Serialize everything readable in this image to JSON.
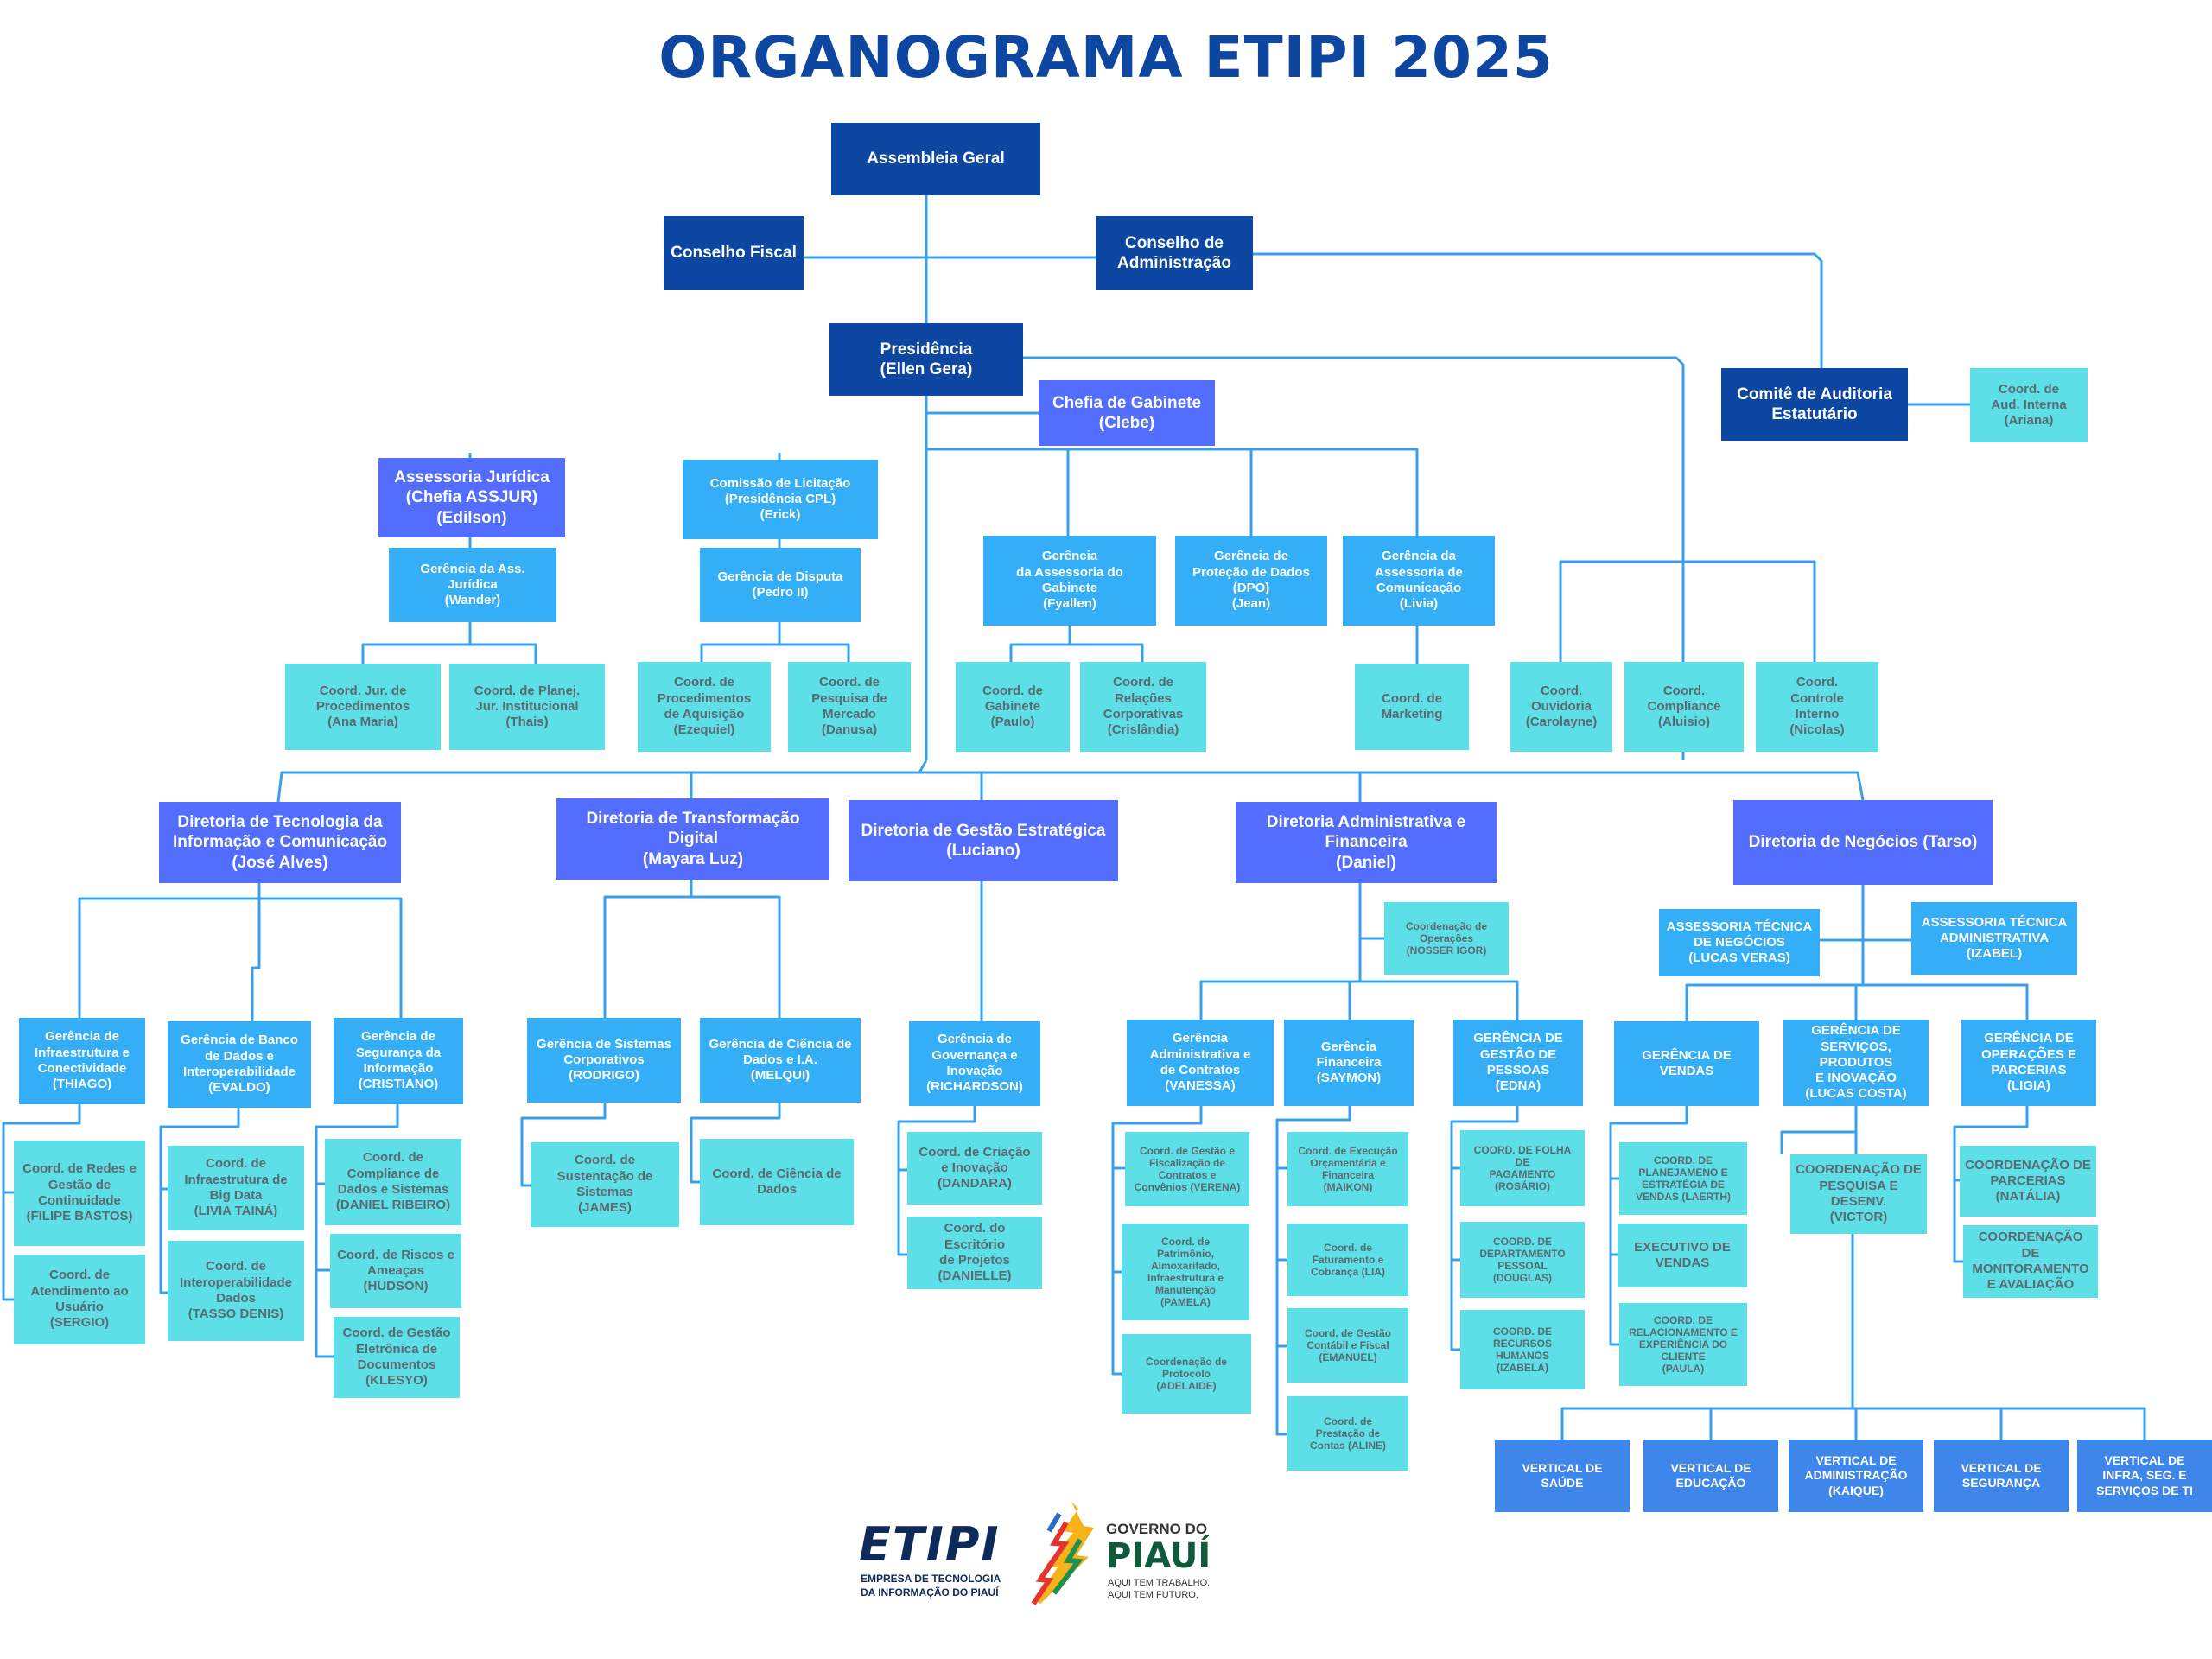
{
  "title": "ORGANOGRAMA ETIPI 2025",
  "colors": {
    "title": "#0d47a1",
    "t1": "#0d47a1",
    "t2": "#536dfe",
    "t3": "#35aef8",
    "t4": "#5ddfe8",
    "t5": "#3f86ea",
    "line": "#3aa0ea"
  },
  "nodes": [
    {
      "id": "assembleia",
      "label": "Assembleia Geral",
      "style": "t1"
    },
    {
      "id": "conselho-fiscal",
      "label": "Conselho Fiscal",
      "style": "t1"
    },
    {
      "id": "conselho-adm",
      "label": "Conselho de\nAdministração",
      "style": "t1"
    },
    {
      "id": "presidencia",
      "label": "Presidência\n(Ellen Gera)",
      "style": "t1"
    },
    {
      "id": "comite-auditoria",
      "label": "Comitê de Auditoria\nEstatutário",
      "style": "t1"
    },
    {
      "id": "aud-interna",
      "label": "Coord. de\nAud. Interna\n(Ariana)",
      "style": "t4"
    },
    {
      "id": "chefia-gabinete",
      "label": "Chefia de Gabinete\n(Clebe)",
      "style": "t2"
    },
    {
      "id": "assjur",
      "label": "Assessoria Jurídica\n(Chefia ASSJUR)\n(Edilson)",
      "style": "t2"
    },
    {
      "id": "cpl",
      "label": "Comissão de Licitação\n(Presidência CPL)\n(Erick)",
      "style": "t3"
    },
    {
      "id": "ger-ass-juridica",
      "label": "Gerência da Ass.\nJurídica\n(Wander)",
      "style": "t3"
    },
    {
      "id": "ger-disputa",
      "label": "Gerência de Disputa\n(Pedro II)",
      "style": "t3"
    },
    {
      "id": "ger-ass-gabinete",
      "label": "Gerência\nda Assessoria do\nGabinete\n(Fyallen)",
      "style": "t3"
    },
    {
      "id": "ger-dpo",
      "label": "Gerência de\nProteção de Dados\n(DPO)\n(Jean)",
      "style": "t3"
    },
    {
      "id": "ger-ass-comunicacao",
      "label": "Gerência  da\nAssessoria de\nComunicação\n(Livia)",
      "style": "t3"
    },
    {
      "id": "coord-jur-proc",
      "label": "Coord. Jur. de\nProcedimentos\n(Ana Maria)",
      "style": "t4"
    },
    {
      "id": "coord-planej-jur",
      "label": "Coord. de Planej.\nJur. Institucional\n(Thais)",
      "style": "t4"
    },
    {
      "id": "coord-proc-aquisicao",
      "label": "Coord. de\nProcedimentos\nde Aquisição\n(Ezequiel)",
      "style": "t4"
    },
    {
      "id": "coord-pesq-mercado",
      "label": "Coord. de\nPesquisa de\nMercado\n(Danusa)",
      "style": "t4"
    },
    {
      "id": "coord-gabinete",
      "label": "Coord. de\nGabinete\n(Paulo)",
      "style": "t4"
    },
    {
      "id": "coord-rel-corp",
      "label": "Coord. de\nRelações\nCorporativas\n(Crislândia)",
      "style": "t4"
    },
    {
      "id": "coord-marketing",
      "label": "Coord. de\nMarketing",
      "style": "t4"
    },
    {
      "id": "coord-ouvidoria",
      "label": "Coord.\nOuvidoria\n(Carolayne)",
      "style": "t4"
    },
    {
      "id": "coord-compliance",
      "label": "Coord.\nCompliance\n(Aluisio)",
      "style": "t4"
    },
    {
      "id": "coord-controle-interno",
      "label": "Coord.\nControle\nInterno\n(Nicolas)",
      "style": "t4"
    },
    {
      "id": "dir-tic",
      "label": "Diretoria de Tecnologia da\nInformação e Comunicação\n(José Alves)",
      "style": "t2"
    },
    {
      "id": "dir-transformacao",
      "label": "Diretoria de Transformação\nDigital\n(Mayara Luz)",
      "style": "t2"
    },
    {
      "id": "dir-gestao",
      "label": "Diretoria de Gestão Estratégica\n(Luciano)",
      "style": "t2"
    },
    {
      "id": "dir-adm-fin",
      "label": "Diretoria Administrativa e\nFinanceira\n(Daniel)",
      "style": "t2"
    },
    {
      "id": "dir-negocios",
      "label": "Diretoria de Negócios (Tarso)",
      "style": "t2"
    },
    {
      "id": "coord-operacoes",
      "label": "Coordenação de\nOperações\n(NOSSER IGOR)",
      "style": "t4s"
    },
    {
      "id": "ass-tec-negocios",
      "label": "ASSESSORIA TÉCNICA\nDE NEGÓCIOS\n(LUCAS VERAS)",
      "style": "t3"
    },
    {
      "id": "ass-tec-adm",
      "label": "ASSESSORIA TÉCNICA\nADMINISTRATIVA\n(IZABEL)",
      "style": "t3"
    },
    {
      "id": "ger-infra",
      "label": "Gerência de\nInfraestrutura e\nConectividade\n(THIAGO)",
      "style": "t3"
    },
    {
      "id": "ger-banco-dados",
      "label": "Gerência de Banco\nde Dados e\nInteroperabilidade\n(EVALDO)",
      "style": "t3"
    },
    {
      "id": "ger-seguranca",
      "label": "Gerência de\nSegurança da\nInformação\n(CRISTIANO)",
      "style": "t3"
    },
    {
      "id": "ger-sist-corp",
      "label": "Gerência de Sistemas\nCorporativos\n(RODRIGO)",
      "style": "t3"
    },
    {
      "id": "ger-ciencia-dados",
      "label": "Gerência de Ciência de\nDados e I.A.\n(MELQUI)",
      "style": "t3"
    },
    {
      "id": "ger-governanca",
      "label": "Gerência de\nGovernança e\nInovação\n(RICHARDSON)",
      "style": "t3"
    },
    {
      "id": "ger-adm-contratos",
      "label": "Gerência\nAdministrativa e\nde Contratos\n(VANESSA)",
      "style": "t3"
    },
    {
      "id": "ger-financeira",
      "label": "Gerência\nFinanceira\n(SAYMON)",
      "style": "t3"
    },
    {
      "id": "ger-pessoas",
      "label": "GERÊNCIA DE\nGESTÃO DE\nPESSOAS\n(EDNA)",
      "style": "t3"
    },
    {
      "id": "ger-vendas",
      "label": "GERÊNCIA DE\nVENDAS",
      "style": "t3"
    },
    {
      "id": "ger-servicos",
      "label": "GERÊNCIA DE\nSERVIÇOS, PRODUTOS\nE INOVAÇÃO\n(LUCAS COSTA)",
      "style": "t3"
    },
    {
      "id": "ger-operacoes",
      "label": "GERÊNCIA DE\nOPERAÇÕES E\nPARCERIAS\n(LIGIA)",
      "style": "t3"
    },
    {
      "id": "coord-redes",
      "label": "Coord. de Redes e\nGestão de\nContinuidade\n(FILIPE BASTOS)",
      "style": "t4"
    },
    {
      "id": "coord-atendimento",
      "label": "Coord. de\nAtendimento ao\nUsuário\n(SERGIO)",
      "style": "t4"
    },
    {
      "id": "coord-infra-bigdata",
      "label": "Coord. de\nInfraestrutura de\nBig Data\n(LIVIA TAINÁ)",
      "style": "t4"
    },
    {
      "id": "coord-interop",
      "label": "Coord. de\nInteroperabilidade\nDados\n(TASSO DENIS)",
      "style": "t4"
    },
    {
      "id": "coord-compliance-dados",
      "label": "Coord. de\nCompliance de\nDados e Sistemas\n(DANIEL RIBEIRO)",
      "style": "t4"
    },
    {
      "id": "coord-riscos",
      "label": "Coord. de Riscos e\nAmeaças\n(HUDSON)",
      "style": "t4"
    },
    {
      "id": "coord-ged",
      "label": "Coord. de Gestão\nEletrônica de\nDocumentos\n(KLESYO)",
      "style": "t4"
    },
    {
      "id": "coord-sustentacao",
      "label": "Coord. de\nSustentação de\nSistemas\n(JAMES)",
      "style": "t4"
    },
    {
      "id": "coord-ciencia-dados",
      "label": "Coord. de Ciência de\nDados",
      "style": "t4"
    },
    {
      "id": "coord-criacao",
      "label": "Coord. de Criação\ne Inovação\n(DANDARA)",
      "style": "t4"
    },
    {
      "id": "coord-escritorio",
      "label": "Coord. do Escritório\nde Projetos\n(DANIELLE)",
      "style": "t4"
    },
    {
      "id": "coord-gestao-contratos",
      "label": "Coord. de Gestão e\nFiscalização de\nContratos e\nConvênios (VERENA)",
      "style": "t4s"
    },
    {
      "id": "coord-patrimonio",
      "label": "Coord. de\nPatrimônio,\nAlmoxarifado,\nInfraestrutura e\nManutenção\n(PAMELA)",
      "style": "t4s"
    },
    {
      "id": "coord-protocolo",
      "label": "Coordenação de\nProtocolo\n(ADELAIDE)",
      "style": "t4s"
    },
    {
      "id": "coord-exec-orc",
      "label": "Coord. de Execução\nOrçamentária e\nFinanceira\n(MAIKON)",
      "style": "t4s"
    },
    {
      "id": "coord-faturamento",
      "label": "Coord. de\nFaturamento e\nCobrança (LIA)",
      "style": "t4s"
    },
    {
      "id": "coord-contabil",
      "label": "Coord. de Gestão\nContábil e Fiscal\n(EMANUEL)",
      "style": "t4s"
    },
    {
      "id": "coord-prestacao",
      "label": "Coord. de\nPrestação de\nContas (ALINE)",
      "style": "t4s"
    },
    {
      "id": "coord-folha",
      "label": "COORD. DE FOLHA DE\nPAGAMENTO\n(ROSÁRIO)",
      "style": "t4s"
    },
    {
      "id": "coord-dep-pessoal",
      "label": "COORD. DE\nDEPARTAMENTO\nPESSOAL\n(DOUGLAS)",
      "style": "t4s"
    },
    {
      "id": "coord-rh",
      "label": "COORD. DE\nRECURSOS\nHUMANOS\n(IZABELA)",
      "style": "t4s"
    },
    {
      "id": "coord-planej-vendas",
      "label": "COORD. DE\nPLANEJAMENO E\nESTRATÉGIA DE\nVENDAS (LAERTH)",
      "style": "t4s"
    },
    {
      "id": "executivo-vendas",
      "label": "EXECUTIVO DE\nVENDAS",
      "style": "t4"
    },
    {
      "id": "coord-relacionamento",
      "label": "COORD. DE\nRELACIONAMENTO E\nEXPERIÊNCIA DO\nCLIENTE\n(PAULA)",
      "style": "t4s"
    },
    {
      "id": "coord-pesquisa-desenv",
      "label": "COORDENAÇÃO DE\nPESQUISA E\nDESENV.\n(VICTOR)",
      "style": "t4"
    },
    {
      "id": "coord-parcerias",
      "label": "COORDENAÇÃO DE\nPARCERIAS\n(NATÁLIA)",
      "style": "t4"
    },
    {
      "id": "coord-monitoramento",
      "label": "COORDENAÇÃO DE\nMONITORAMENTO\nE AVALIAÇÃO",
      "style": "t4"
    },
    {
      "id": "vert-saude",
      "label": "VERTICAL DE\nSAÚDE",
      "style": "t5"
    },
    {
      "id": "vert-educacao",
      "label": "VERTICAL DE\nEDUCAÇÃO",
      "style": "t5"
    },
    {
      "id": "vert-administracao",
      "label": "VERTICAL DE\nADMINISTRAÇÃO\n(KAIQUE)",
      "style": "t5"
    },
    {
      "id": "vert-seguranca",
      "label": "VERTICAL DE\nSEGURANÇA",
      "style": "t5"
    },
    {
      "id": "vert-infra",
      "label": "VERTICAL DE\nINFRA, SEG. E\nSERVIÇOS DE TI",
      "style": "t5"
    }
  ],
  "logos": {
    "etipi": {
      "wordmark": "ETIPI",
      "line1": "EMPRESA DE TECNOLOGIA",
      "line2": "DA INFORMAÇÃO DO PIAUÍ"
    },
    "governo": {
      "top": "GOVERNO DO",
      "main": "PIAUÍ",
      "line1": "AQUI TEM TRABALHO.",
      "line2": "AQUI TEM FUTURO."
    }
  }
}
